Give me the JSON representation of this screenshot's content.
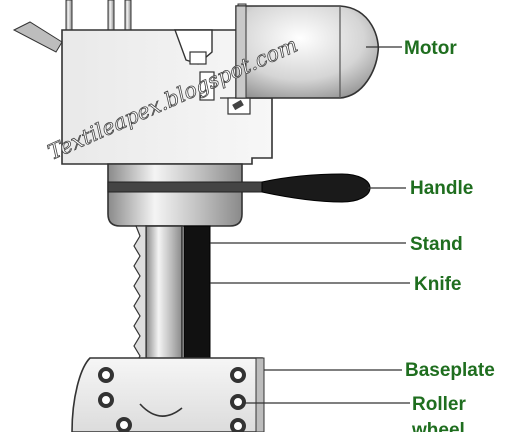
{
  "diagram": {
    "watermark": "Textileapex.blogspot.com",
    "labels": {
      "motor": "Motor",
      "handle": "Handle",
      "stand": "Stand",
      "knife": "Knife",
      "baseplate": "Baseplate",
      "roller_line1": "Roller",
      "roller_line2": "wheel"
    },
    "colors": {
      "label_text": "#1f6e1f",
      "outline": "#333333",
      "knife": "#111111",
      "metal_light": "#f2f2f2",
      "metal_mid": "#bdbdbd",
      "metal_dark": "#7a7a7a"
    }
  }
}
